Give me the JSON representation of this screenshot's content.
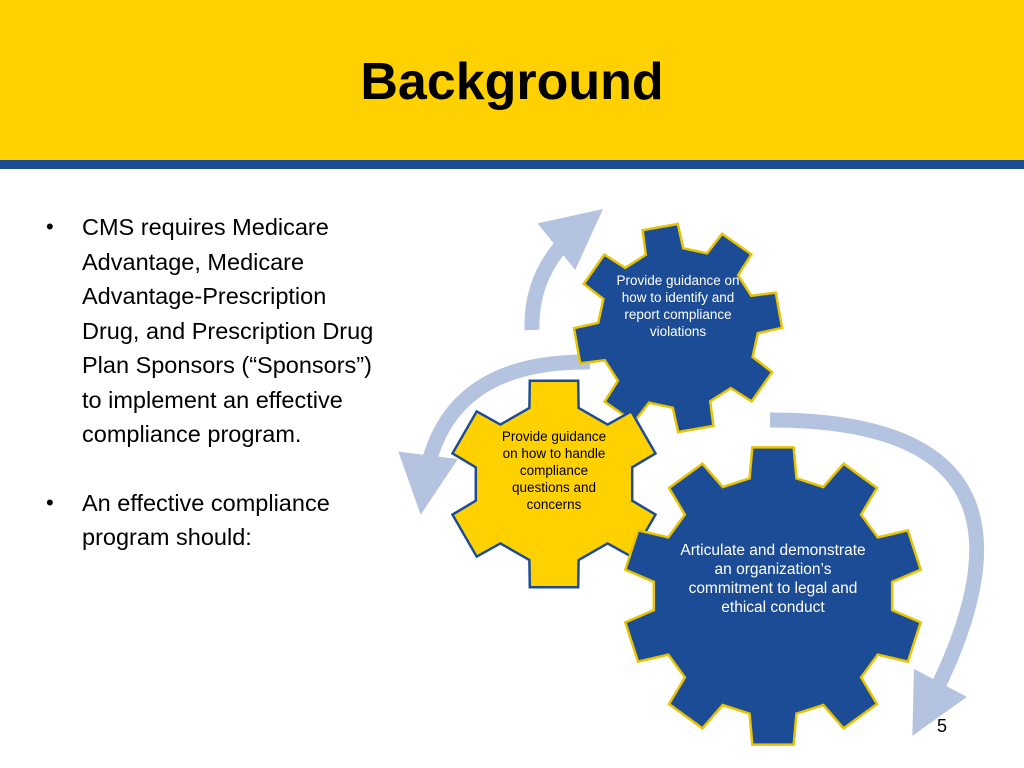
{
  "slide": {
    "title": "Background",
    "page_number": "5"
  },
  "bullets": [
    {
      "text": "CMS requires Medicare Advantage, Medicare Advantage-Prescription Drug, and Prescription Drug Plan Sponsors (“Sponsors”) to implement an effective compliance program."
    },
    {
      "text": "An effective compliance program should:"
    }
  ],
  "gears": {
    "top": {
      "text": "Provide guidance on how to identify and report compliance violations",
      "color": "#1C4C96"
    },
    "middle": {
      "text": "Provide guidance on how to handle compliance questions and concerns",
      "color": "#FFD100"
    },
    "large": {
      "text": "Articulate and demonstrate an organization’s commitment to legal and ethical conduct",
      "color": "#1C4C96"
    }
  },
  "colors": {
    "header": "#FFD100",
    "header_rule": "#1C4C96",
    "arrow": "#B4C4E0",
    "gear_outline": "#E8C300"
  }
}
